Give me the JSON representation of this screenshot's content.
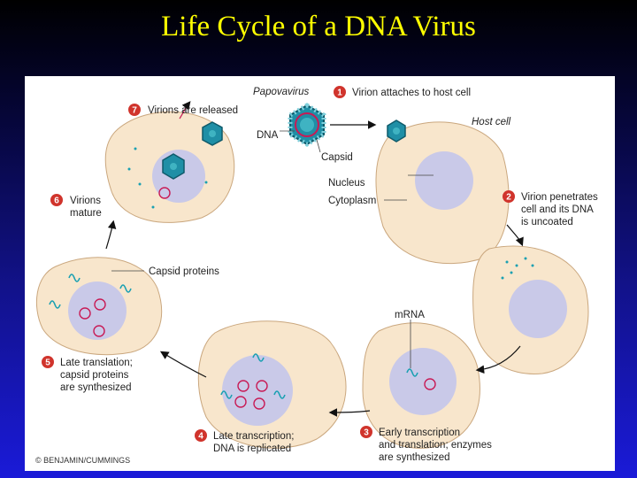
{
  "title": "Life Cycle of a DNA Virus",
  "colors": {
    "cell": "#f8e6cc",
    "nucleus": "#c9c9e8",
    "step_badge": "#d0342c",
    "virion": "#1f8fa6",
    "capsid_protein": "#2aa6b5",
    "mrna": "#1aa0b2",
    "dna_circle": "#c81a55"
  },
  "labels": {
    "papovavirus": "Papovavirus",
    "dna": "DNA",
    "capsid": "Capsid",
    "host_cell": "Host cell",
    "nucleus": "Nucleus",
    "cytoplasm": "Cytoplasm",
    "capsid_proteins": "Capsid proteins",
    "mrna": "mRNA"
  },
  "steps": [
    {
      "num": "1",
      "lines": [
        "Virion attaches to host cell"
      ]
    },
    {
      "num": "2",
      "lines": [
        "Virion penetrates",
        "cell and its DNA",
        "is uncoated"
      ]
    },
    {
      "num": "3",
      "lines": [
        "Early transcription",
        "and translation; enzymes",
        "are synthesized"
      ]
    },
    {
      "num": "4",
      "lines": [
        "Late transcription;",
        "DNA is replicated"
      ]
    },
    {
      "num": "5",
      "lines": [
        "Late translation;",
        "capsid proteins",
        "are synthesized"
      ]
    },
    {
      "num": "6",
      "lines": [
        "Virions",
        "mature"
      ]
    },
    {
      "num": "7",
      "lines": [
        "Virions are released"
      ]
    }
  ],
  "credit": "© BENJAMIN/CUMMINGS"
}
